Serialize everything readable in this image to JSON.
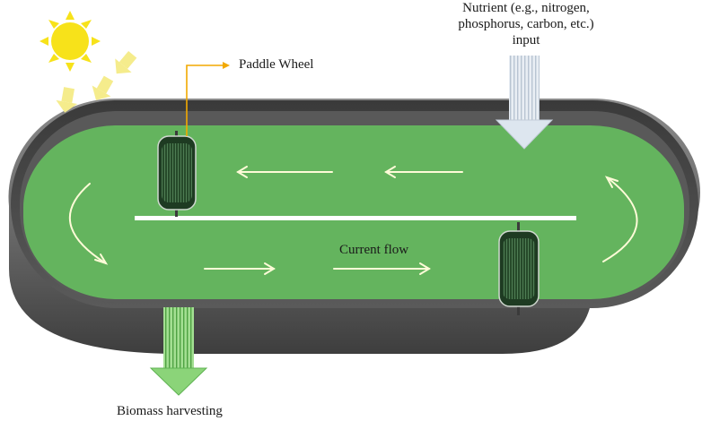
{
  "labels": {
    "paddle_wheel": "Paddle Wheel",
    "nutrient_input_line1": "Nutrient (e.g., nitrogen,",
    "nutrient_input_line2": "phosphorus, carbon, etc.)",
    "nutrient_input_line3": "input",
    "current_flow": "Current flow",
    "biomass_harvesting": "Biomass harvesting"
  },
  "colors": {
    "pond_water": "#64b45e",
    "pond_rim": "#4d4d4d",
    "pond_wall": "#6f6f6f",
    "divider": "#ffffff",
    "paddle_wheel": "#2f5b33",
    "sun": "#f7e21a",
    "sun_arrows": "#f5ec8c",
    "flow_arrows": "#fffbd8",
    "leader_line": "#f2a900",
    "input_arrow": "#dde6ef",
    "harvest_arrow": "#7ccf6c"
  },
  "icons": [
    "sun-icon",
    "paddle-wheel-icon",
    "nutrient-input-arrow-icon",
    "biomass-harvest-arrow-icon"
  ]
}
